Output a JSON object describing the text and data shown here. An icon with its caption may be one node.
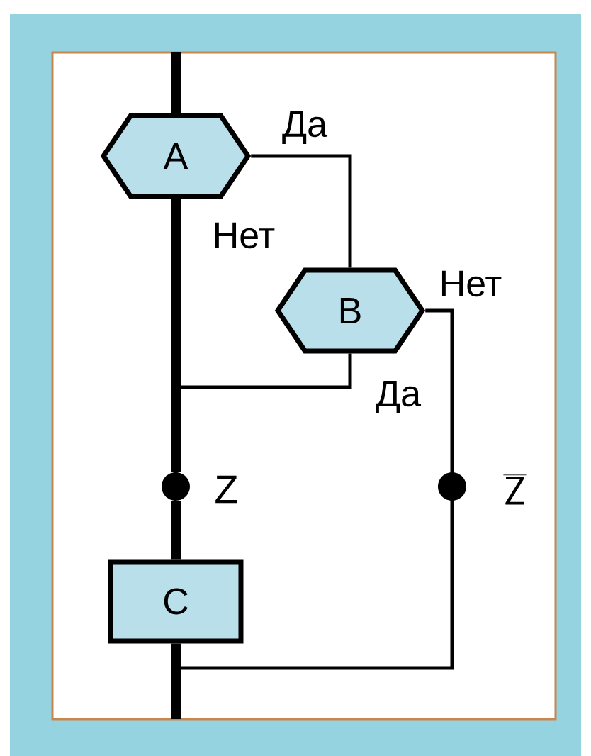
{
  "diagram": {
    "nodes": [
      {
        "text": [
          "A"
        ]
      },
      {
        "text": [
          "B"
        ]
      },
      {
        "text": [
          "C"
        ]
      },
      {
        "text": [],
        "shape": "circle",
        "beside": [
          "Z"
        ]
      },
      {
        "text": [],
        "shape": "circle",
        "beside": [
          "\\overline{\\mathsf{Z}}"
        ]
      }
    ],
    "edges": [
      {
        "from": null,
        "to": 0,
        "arrow": "none",
        "style": "thick"
      },
      {
        "from": 0,
        "to": 1,
        "arrow": "none",
        "label": "Да"
      },
      {
        "from": 0,
        "to": 3,
        "arrow": "none",
        "label": "Нет",
        "style": "thick"
      },
      {
        "from": 1,
        "to": 4,
        "arrow": "none",
        "label": "Нет"
      },
      {
        "from": 1,
        "to": 3,
        "arrow": "none",
        "label": "Да"
      },
      {
        "from": 3,
        "to": 2,
        "arrow": "none",
        "style": "thick"
      },
      {
        "from": 2,
        "to": null,
        "arrow": "none",
        "style": "thick"
      },
      {
        "from": 4,
        "to": null,
        "arrow": "none"
      }
    ]
  }
}
